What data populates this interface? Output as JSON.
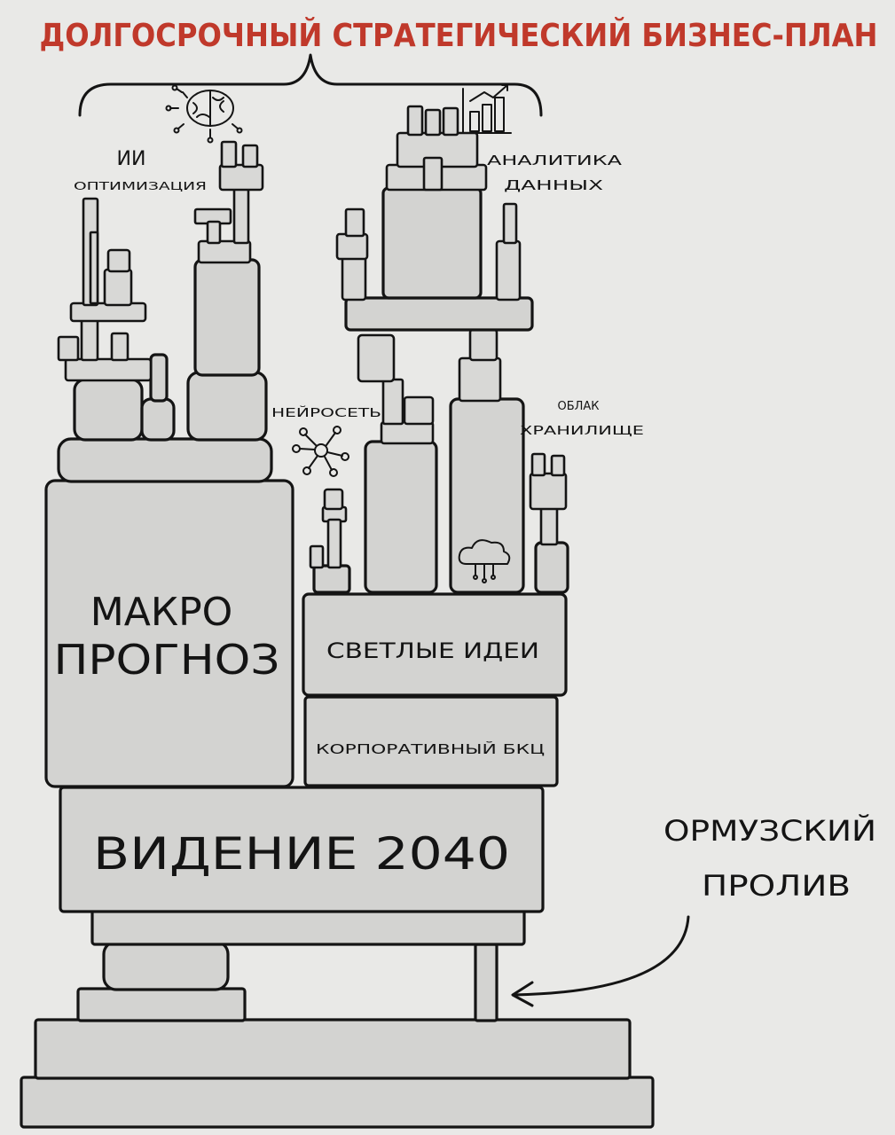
{
  "title": "ДОЛГОСРОЧНЫЙ СТРАТЕГИЧЕСКИЙ БИЗНЕС-ПЛАН",
  "labels": {
    "ai": "ИИ",
    "optimization": "ОПТИМИЗАЦИЯ",
    "analytics_1": "АНАЛИТИКА",
    "analytics_2": "ДАННЫХ",
    "neural": "НЕЙРОСЕТЬ",
    "cloud_1": "ОБЛАК",
    "cloud_2": "ХРАНИЛИЩЕ",
    "macro_1": "МАКРО",
    "macro_2": "ПРОГНОЗ",
    "bright_ideas": "СВЕТЛЫЕ ИДЕИ",
    "corporate": "КОРПОРАТИВНЫЙ БКЦ",
    "vision": "ВИДЕНИЕ 2040",
    "hormuz_1": "ОРМУЗСКИЙ",
    "hormuz_2": "ПРОЛИВ"
  },
  "colors": {
    "title": "#c0392b",
    "background": "#e9e9e7",
    "block": "#d3d3d1",
    "ink": "#141414"
  },
  "icons": [
    "brain-icon",
    "bar-chart-icon",
    "network-icon",
    "cloud-icon",
    "arrow-icon",
    "brace-icon"
  ]
}
